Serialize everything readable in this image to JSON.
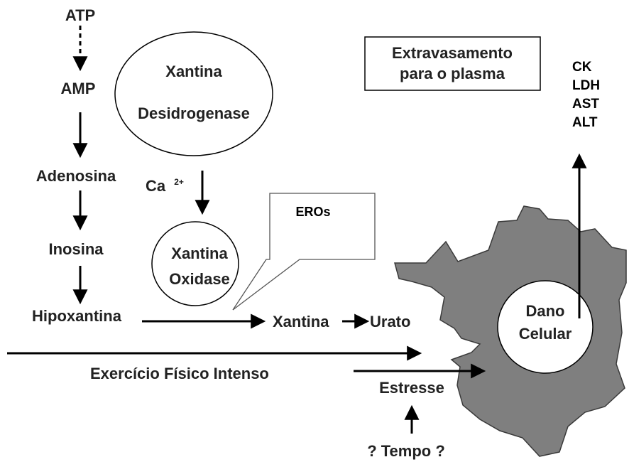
{
  "pathway": {
    "atp": "ATP",
    "amp": "AMP",
    "adenosina": "Adenosina",
    "inosina": "Inosina",
    "hipoxantina": "Hipoxantina",
    "xantina": "Xantina",
    "urato": "Urato"
  },
  "enzymes": {
    "xantina_desidrogenase": [
      "Xantina",
      "Desidrogenase"
    ],
    "calcium": "Ca",
    "calcium_sup": "2+",
    "xantina_oxidase": [
      "Xantina",
      "Oxidase"
    ]
  },
  "callout": "EROs",
  "extravasation_box": [
    "Extravasamento",
    "para o plasma"
  ],
  "markers": [
    "CK",
    "LDH",
    "AST",
    "ALT"
  ],
  "cell_damage": [
    "Dano",
    "Celular"
  ],
  "causes": {
    "exercicio": "Exercício Físico Intenso",
    "estresse": "Estresse",
    "tempo": "? Tempo ?"
  },
  "colors": {
    "cell_fill": "#7f7f7f",
    "line": "#000000",
    "text": "#222222"
  }
}
